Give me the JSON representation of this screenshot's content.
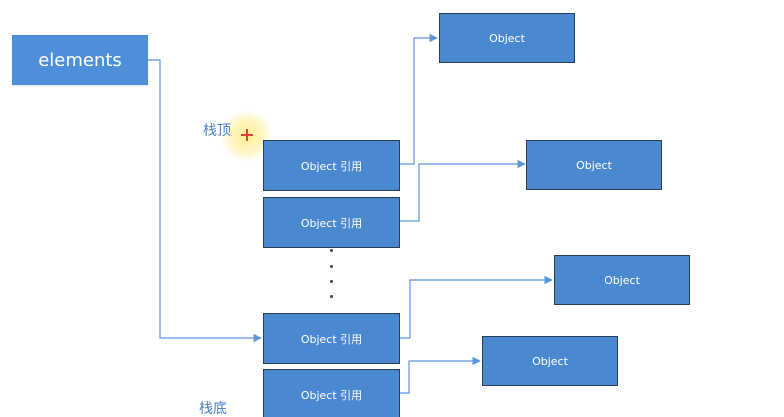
{
  "diagram": {
    "elements_label": "elements",
    "top_label": "栈顶",
    "bottom_label": "栈底",
    "stack_items": [
      {
        "label": "Object 引用"
      },
      {
        "label": "Object 引用"
      },
      {
        "label": "Object 引用"
      },
      {
        "label": "Object 引用"
      }
    ],
    "objects": [
      {
        "label": "Object"
      },
      {
        "label": "Object"
      },
      {
        "label": "Object"
      },
      {
        "label": "Object"
      }
    ]
  }
}
